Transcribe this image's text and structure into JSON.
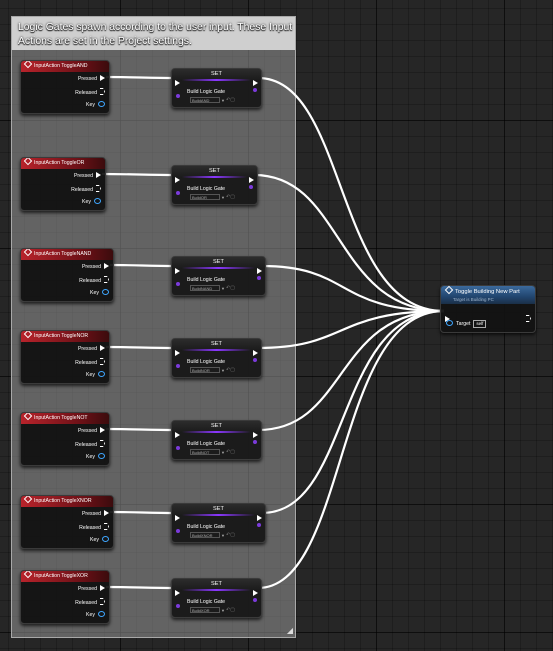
{
  "comment": {
    "text": "Logic Gates spawn according to the user input. These Input Actions are set in the Project settings."
  },
  "event_pin_labels": {
    "pressed": "Pressed",
    "released": "Released",
    "key": "Key"
  },
  "set_node": {
    "title": "SET",
    "variable": "Build Logic Gate"
  },
  "events": [
    {
      "title": "InputAction ToggleAND",
      "set_value": "BuildAND"
    },
    {
      "title": "InputAction ToggleOR",
      "set_value": "BuildOR"
    },
    {
      "title": "InputAction ToggleNAND",
      "set_value": "BuildNAND"
    },
    {
      "title": "InputAction ToggleNOR",
      "set_value": "BuildNOR"
    },
    {
      "title": "InputAction ToggleNOT",
      "set_value": "BuildNOT"
    },
    {
      "title": "InputAction ToggleXNOR",
      "set_value": "BuildXNOR"
    },
    {
      "title": "InputAction ToggleXOR",
      "set_value": "BuildXOR"
    }
  ],
  "toggle_node": {
    "title": "Toggle Building New Part",
    "subtitle": "Target is Building PC",
    "target_label": "Target",
    "target_value": "self"
  },
  "colors": {
    "event_header": "#b8232b",
    "function_header": "#2a5a8c",
    "exec_wire": "#ffffff",
    "enum_pin": "#7b3bdb",
    "object_pin": "#3ea6ff"
  }
}
